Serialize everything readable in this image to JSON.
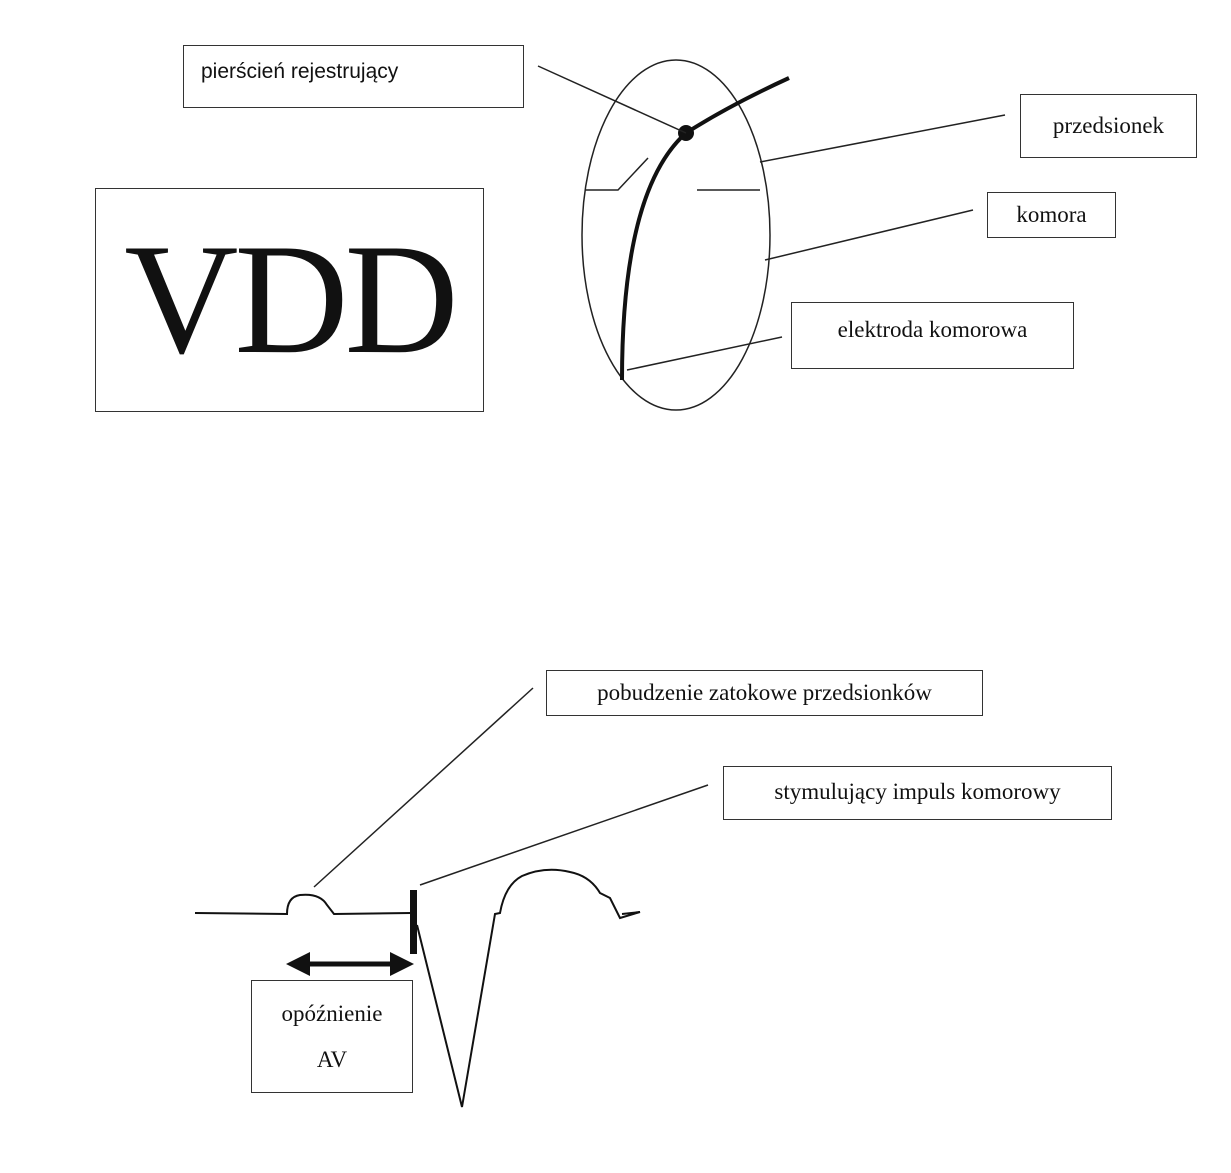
{
  "top_diagram": {
    "mode_label": "VDD",
    "labels": {
      "ring": "pierścień rejestrujący",
      "atrium": "przedsionek",
      "ventricle": "komora",
      "lead": "elektroda komorowa"
    }
  },
  "bottom_diagram": {
    "labels": {
      "sinus": "pobudzenie zatokowe przedsionków",
      "pacing": "stymulujący impuls komorowy",
      "delay_line1": "opóźnienie",
      "delay_line2": "AV"
    }
  }
}
